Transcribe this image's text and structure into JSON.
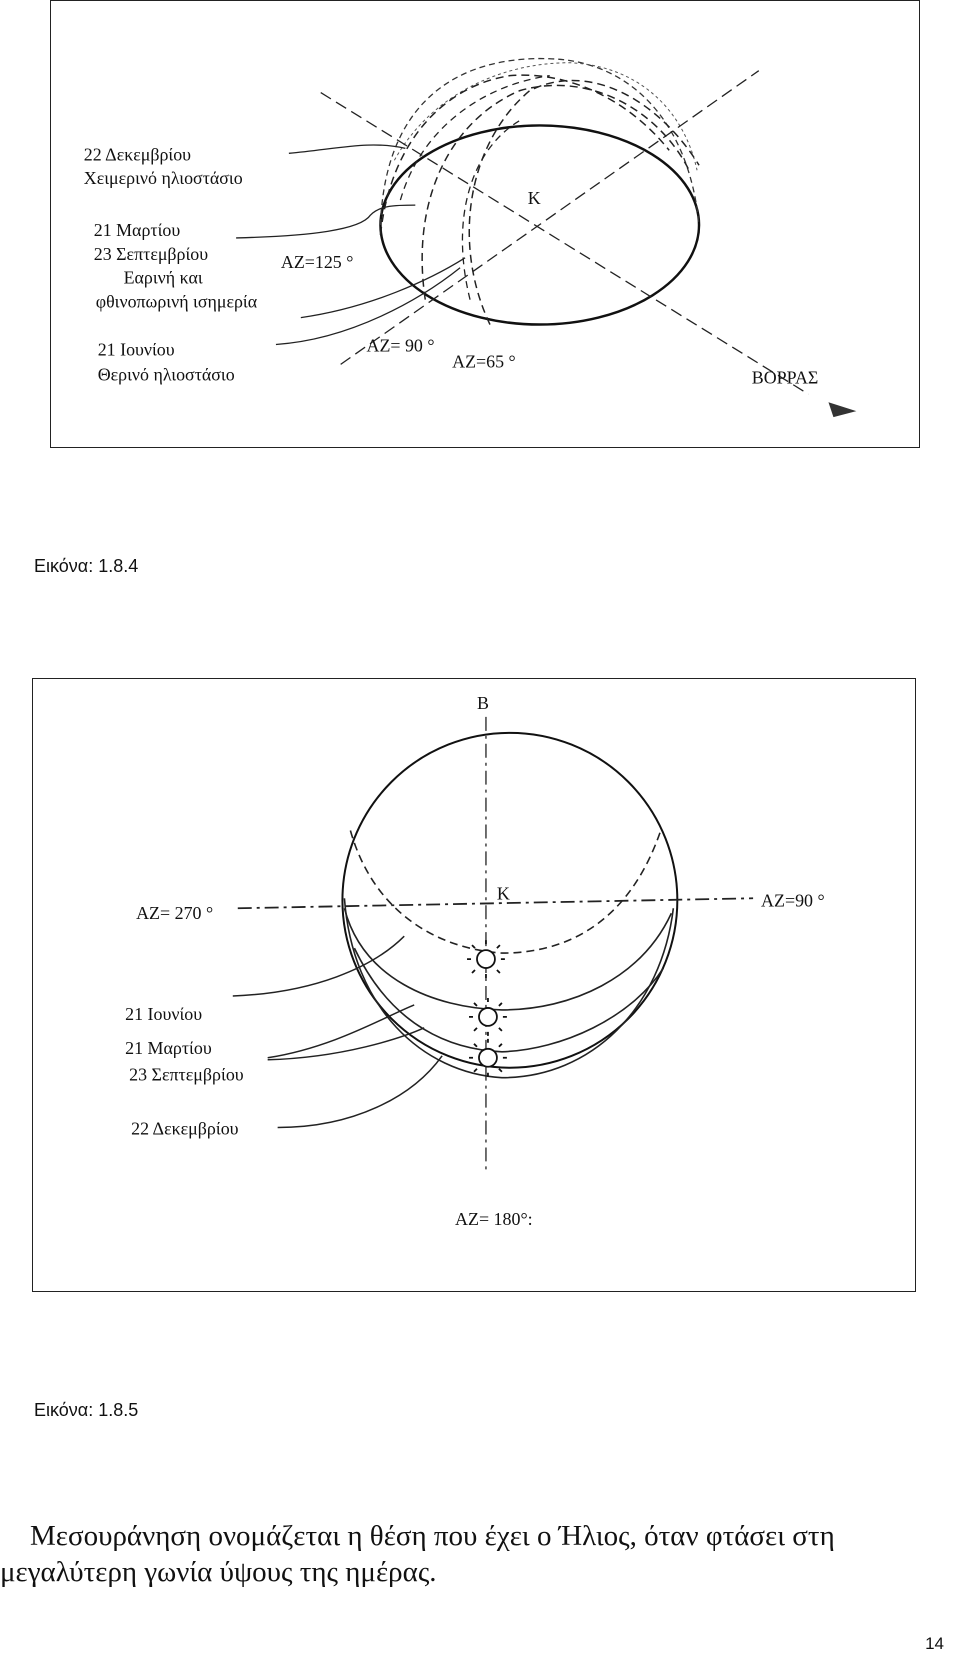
{
  "figure1": {
    "labels": {
      "dec_line1": "22 Δεκεμβρίου",
      "dec_line2": "Χειμερινό ηλιοστάσιο",
      "mar_line1": "21 Μαρτίου",
      "mar_line2": "23 Σεπτεμβρίου",
      "mar_line3": "Εαρινή και",
      "mar_line4": "φθινοπωρινή ισημερία",
      "jun_line1": "21 Ιουνίου",
      "jun_line2": "Θερινό ηλιοστάσιο",
      "az125": "AZ=125 °",
      "az90": "AZ= 90 °",
      "az65": "AZ=65 °",
      "center": "K",
      "north": "ΒΟΡΡΑΣ"
    }
  },
  "caption1": "Εικόνα: 1.8.4",
  "figure2": {
    "labels": {
      "north": "B",
      "center": "K",
      "az270": "AZ= 270 °",
      "az90": "AZ=90 °",
      "az180": "AZ= 180°:",
      "jun": "21 Ιουνίου",
      "mar": "21 Μαρτίου",
      "sep": "23 Σεπτεμβρίου",
      "dec": "22 Δεκεμβρίου"
    }
  },
  "caption2": "Εικόνα: 1.8.5",
  "paragraph": {
    "line1": "Μεσουράνηση ονομάζεται η θέση που έχει ο Ήλιος, όταν φτάσει στη",
    "line2": "μεγαλύτερη γωνία ύψους της ημέρας."
  },
  "page_number": "14"
}
